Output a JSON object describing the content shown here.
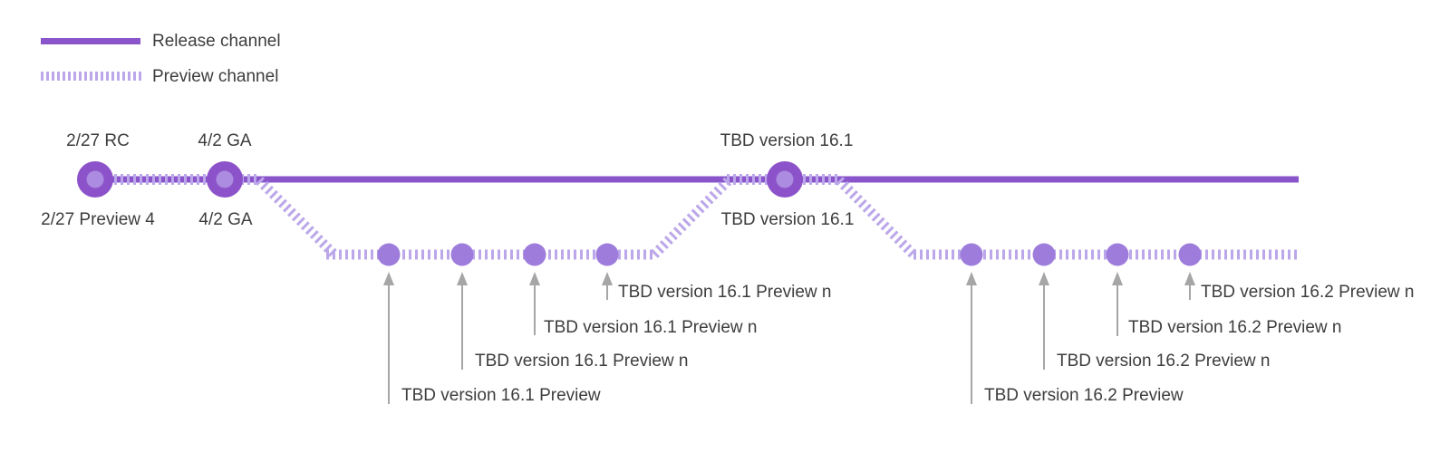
{
  "legend": {
    "release_label": "Release channel",
    "preview_label": "Preview channel"
  },
  "colors": {
    "release": "#8a55cb",
    "release_dot": "#8c52ca",
    "release_dot_inner": "#ac8ce0",
    "preview_dash": "#bba7e9",
    "preview_dot": "#9e7cdc",
    "arrow": "#a6a6a6",
    "text": "#3d3d3d"
  },
  "timeline": {
    "milestones": [
      {
        "top_label": "2/27 RC",
        "bottom_label": "2/27 Preview 4"
      },
      {
        "top_label": "4/2 GA",
        "bottom_label": "4/2 GA"
      },
      {
        "top_label": "TBD version 16.1",
        "bottom_label": "TBD version 16.1"
      }
    ],
    "preview_releases": [
      {
        "label": "TBD version 16.1 Preview"
      },
      {
        "label": "TBD version 16.1 Preview n"
      },
      {
        "label": "TBD version 16.1 Preview n"
      },
      {
        "label": "TBD version 16.1 Preview n"
      },
      {
        "label": "TBD version 16.2 Preview"
      },
      {
        "label": "TBD version 16.2 Preview n"
      },
      {
        "label": "TBD version 16.2 Preview n"
      },
      {
        "label": "TBD version 16.2 Preview n"
      }
    ]
  }
}
